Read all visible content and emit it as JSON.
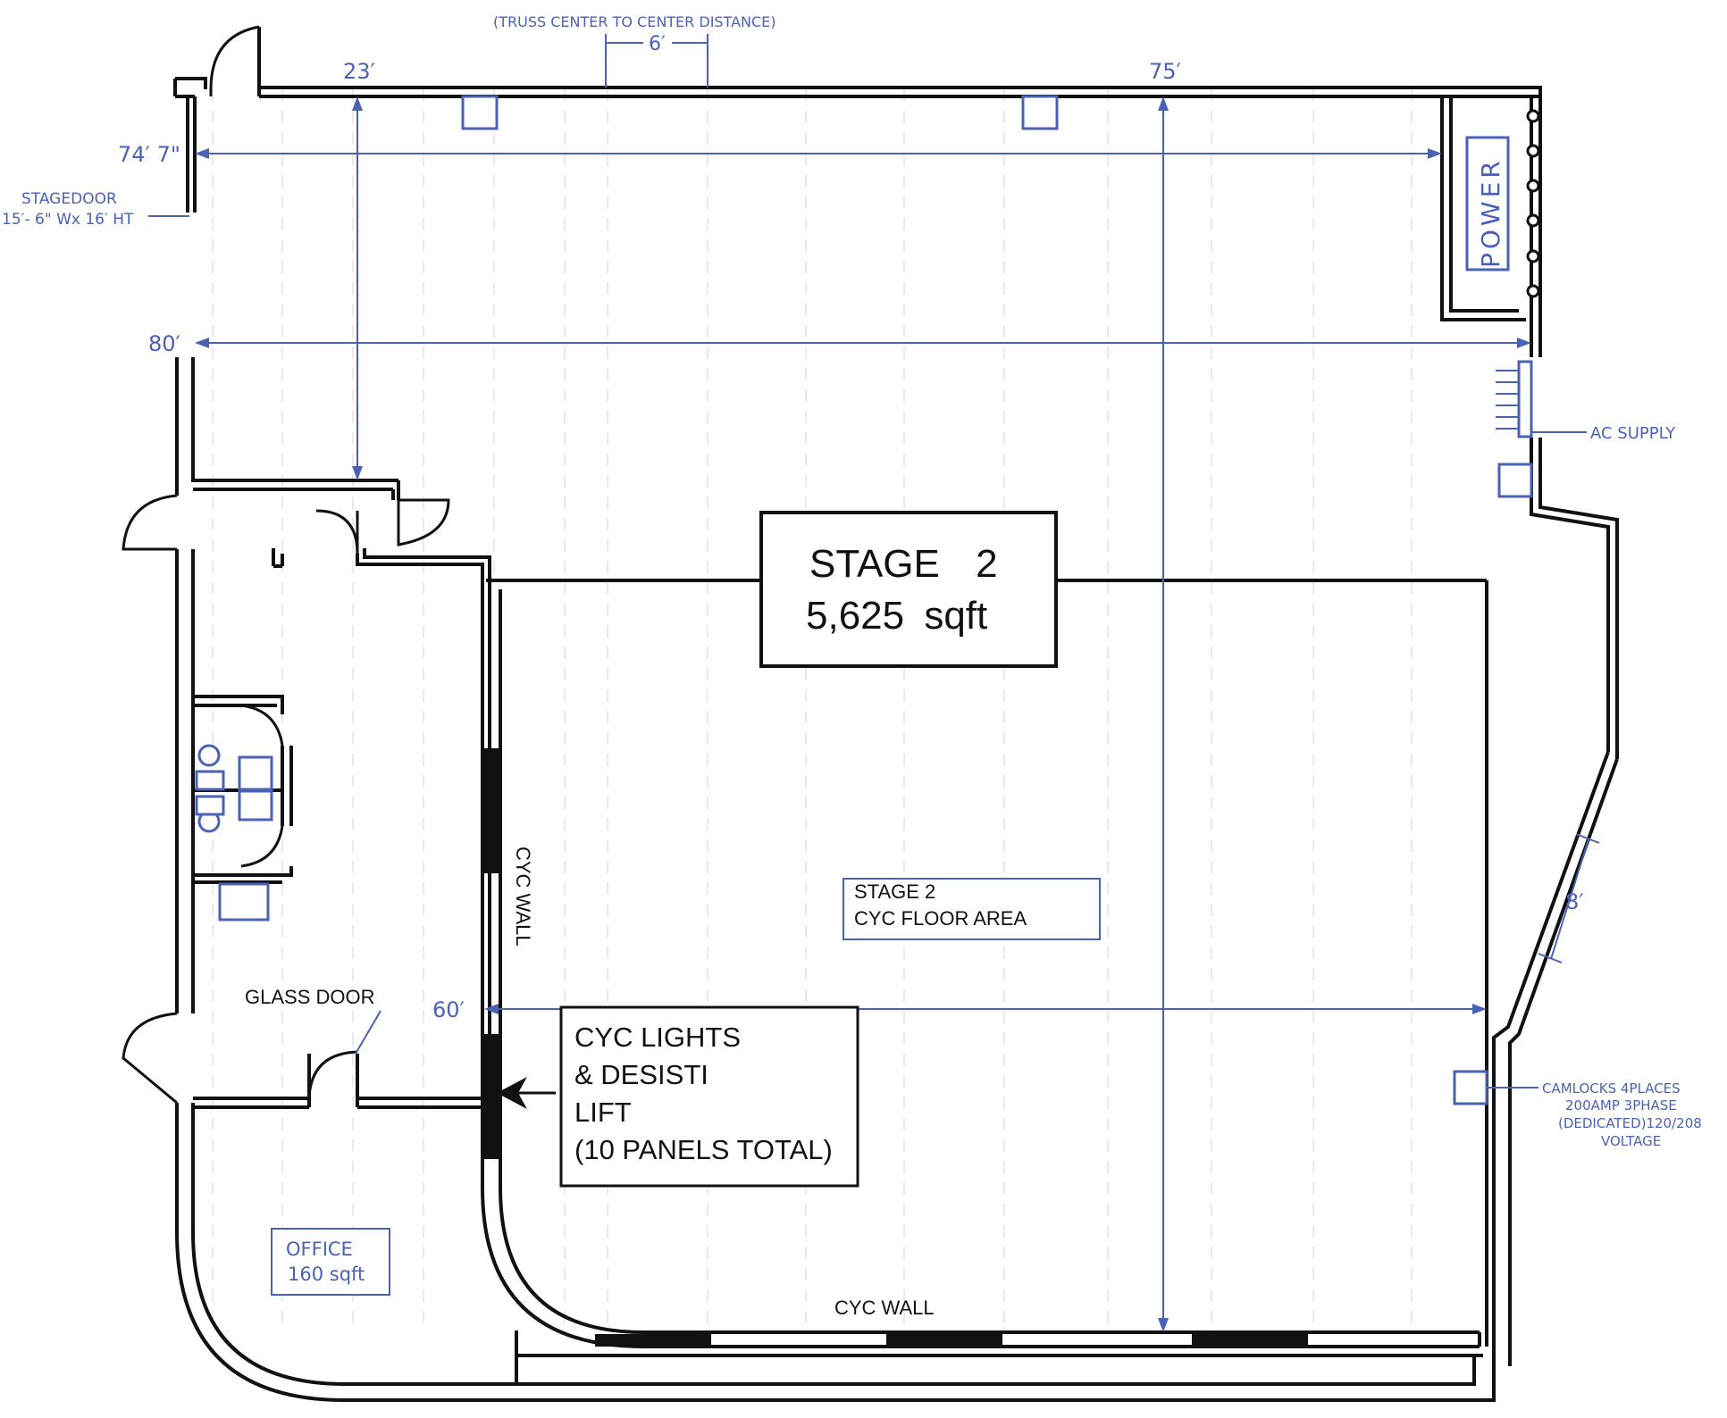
{
  "truss": {
    "note": "(TRUSS CENTER TO CENTER DISTANCE)",
    "spacing": "6′"
  },
  "dimensions": {
    "width_top": "75′",
    "depth_left": "23′",
    "inner_width": "74′ 7\"",
    "outer_width": "80′",
    "cyc_width": "60′",
    "corner_wall": "8′"
  },
  "stage_door": {
    "line1": "STAGEDOOR",
    "line2": "15′- 6\" Wx 16′ HT"
  },
  "power": {
    "label": "POWER"
  },
  "ac_supply": {
    "label": "AC SUPPLY"
  },
  "stage": {
    "title": "STAGE 2",
    "area": "5,625 sqft"
  },
  "cyc_floor": {
    "line1": "STAGE 2",
    "line2": "CYC FLOOR AREA"
  },
  "cyc_wall": {
    "vertical": "CYC WALL",
    "bottom": "CYC WALL"
  },
  "glass_door": {
    "label": "GLASS DOOR"
  },
  "cyc_lights": {
    "line1": "CYC LIGHTS",
    "line2": "& DESISTI",
    "line3": "LIFT",
    "line4": "(10 PANELS TOTAL)"
  },
  "office": {
    "line1": "OFFICE",
    "line2": "160 sqft"
  },
  "camlocks": {
    "line1": "CAMLOCKS 4PLACES",
    "line2": "200AMP 3PHASE",
    "line3": "(DEDICATED)120/208",
    "line4": "VOLTAGE"
  },
  "colors": {
    "annotation_blue": "#4a62b5",
    "wall_black": "#111111"
  }
}
